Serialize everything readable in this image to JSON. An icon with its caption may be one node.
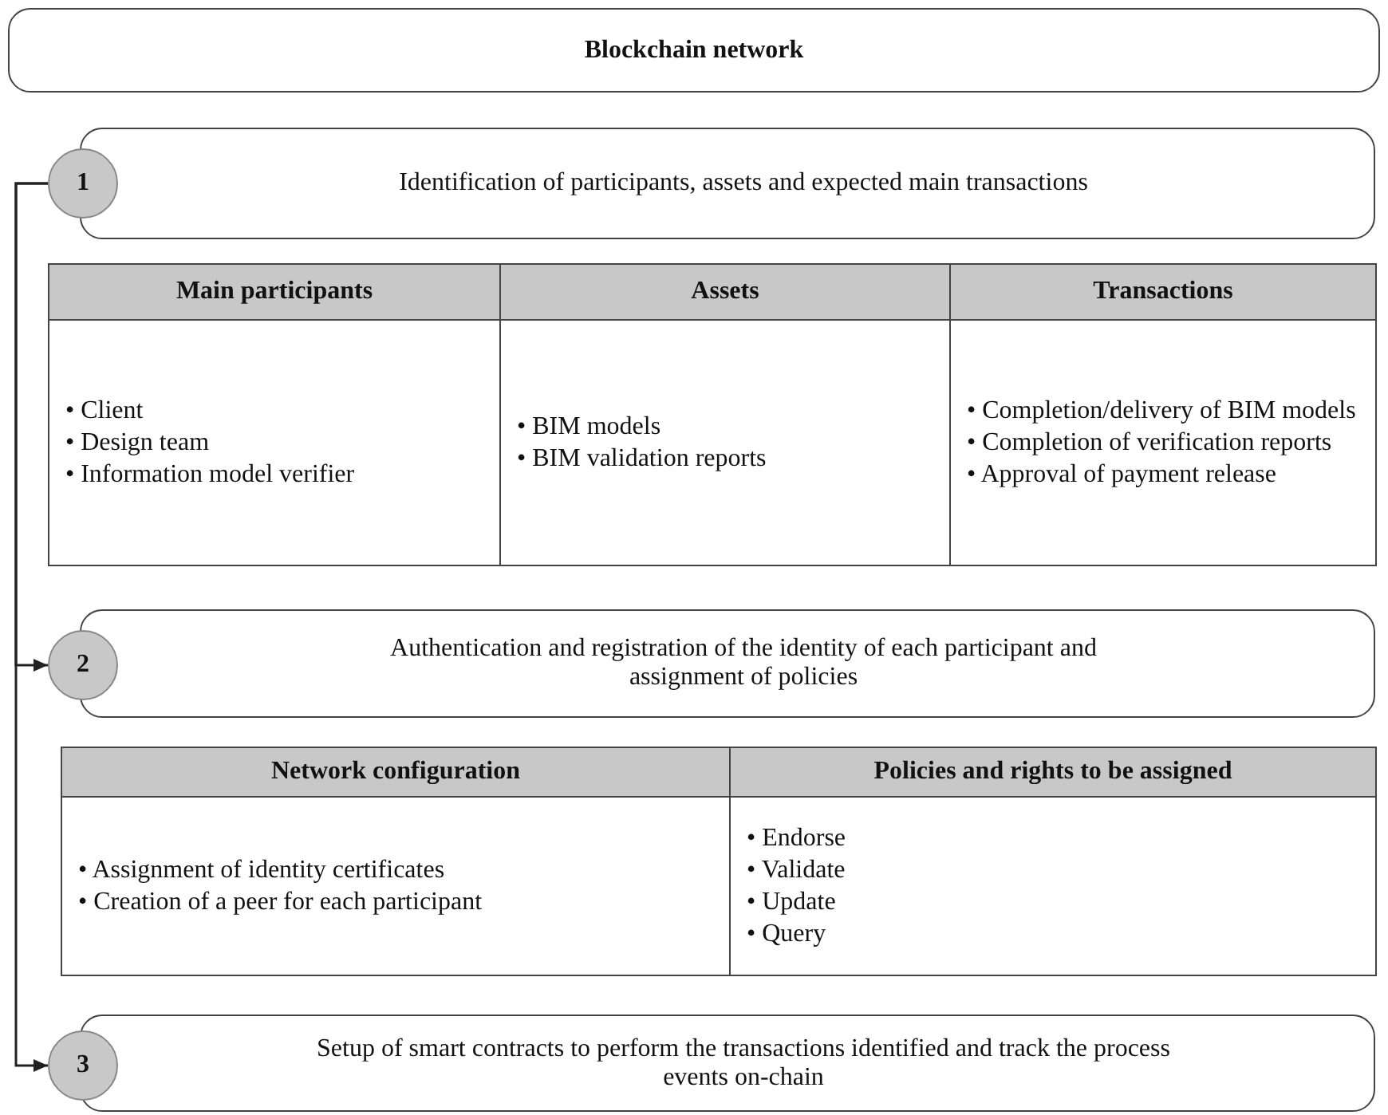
{
  "diagram": {
    "nodes": [
      {
        "text": [
          "Blockchain network"
        ]
      },
      {
        "text": [
          "1"
        ]
      },
      {
        "text": [
          "Identification of participants, assets and expected main transactions"
        ]
      },
      {
        "text": [
          "2"
        ]
      },
      {
        "text": [
          "Authentication and registration of the identity of each participant and assignment of policies"
        ]
      },
      {
        "text": [
          "3"
        ]
      },
      {
        "text": [
          "Setup of smart contracts to perform the transactions identified and track the process events on-chain"
        ]
      }
    ],
    "edges": [
      {
        "from": 1,
        "to": 3,
        "arrow": "to"
      },
      {
        "from": 1,
        "to": 5,
        "arrow": "to"
      }
    ],
    "labels": [
      "Main participants",
      "Assets",
      "Transactions",
      "• Client",
      "• Design team",
      "• Information model verifier",
      "• BIM models",
      "• BIM validation reports",
      "• Completion/delivery of BIM models",
      "• Completion of verification reports",
      "• Approval of payment release",
      "Network configuration",
      "Policies and rights to be assigned",
      "• Assignment of identity certificates",
      "• Creation of a peer for each participant",
      "• Endorse",
      "• Validate",
      "• Update",
      "• Query"
    ]
  }
}
